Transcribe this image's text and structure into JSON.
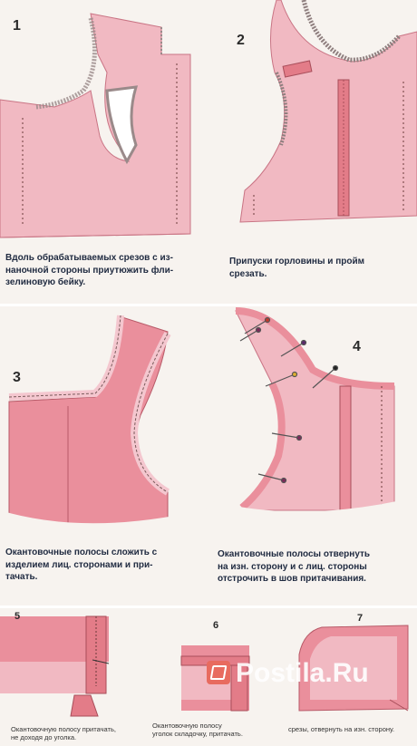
{
  "steps": [
    {
      "number": "1",
      "caption": [
        "Вдоль обрабатываемых срезов с из-",
        "наночной стороны приутюжить фли-",
        "зелиновую бейку."
      ]
    },
    {
      "number": "2",
      "caption": [
        "Припуски горловины и пройм",
        "срезать."
      ]
    },
    {
      "number": "3",
      "caption": [
        "Окантовочные полосы сложить с",
        "изделием лиц. сторонами и при-",
        "тачать."
      ]
    },
    {
      "number": "4",
      "caption": [
        "Окантовочные полосы отвернуть",
        "на изн. сторону и с лиц. стороны",
        "отстрочить в шов притачивания."
      ]
    },
    {
      "number": "5",
      "caption": [
        "Окантовочную полосу притачать,",
        "не доходя до уголка."
      ]
    },
    {
      "number": "6",
      "caption": [
        "Окантовочную полосу",
        "уголок складочку, притачать."
      ]
    },
    {
      "number": "7",
      "caption": [
        "срезы, отвернуть на изн. сторону."
      ]
    }
  ],
  "watermark": "Postila.Ru",
  "colors": {
    "fabric_light": "#f1b9c2",
    "fabric_mid": "#ea8f9c",
    "fabric_dark": "#d86a7a",
    "tape": "#e37c88",
    "stitch": "#6b3a3a",
    "bg": "#f7f3ef"
  }
}
